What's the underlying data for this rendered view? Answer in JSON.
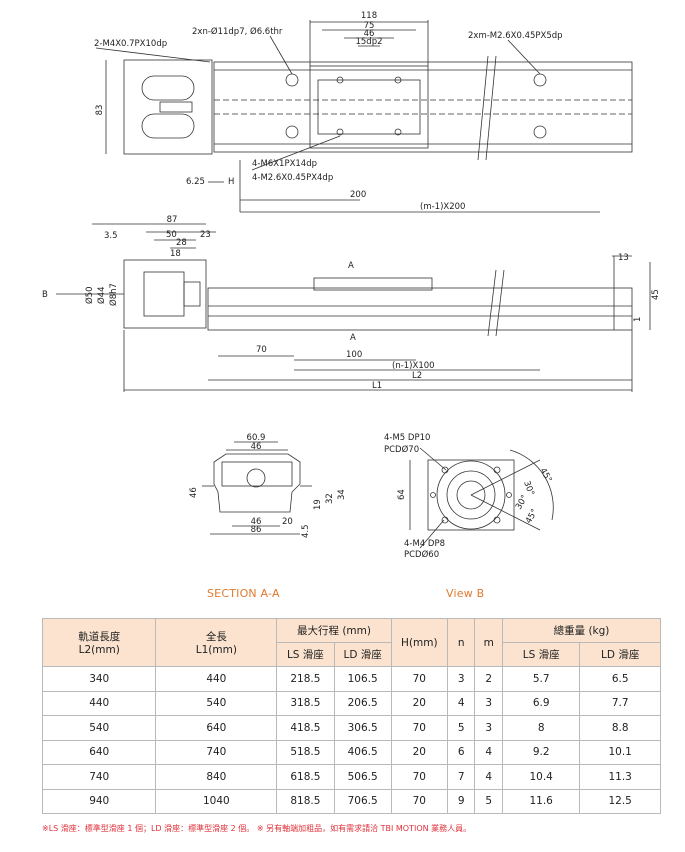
{
  "dims": {
    "d118": "118",
    "d75": "75",
    "d46": "46",
    "d15dp2": "15dp2",
    "holes": "2xn-Ø11dp7, Ø6.6thr",
    "m4": "2-M4X0.7PX10dp",
    "m26top": "2xm-M2.6X0.45PX5dp",
    "h83": "83",
    "m6": "4-M6X1PX14dp",
    "m26": "4-M2.6X0.45PX4dp",
    "d625": "6.25",
    "H": "H",
    "d200": "200",
    "m1x200": "(m-1)X200",
    "d87": "87",
    "d35": "3.5",
    "d50": "50",
    "d23": "23",
    "d28": "28",
    "d18": "18",
    "d13": "13",
    "d45": "45",
    "d1": "1",
    "A": "A",
    "B": "B",
    "d50h": "Ø50",
    "d44": "Ø44",
    "d8h7": "Ø8h7",
    "d70": "70",
    "d100": "100",
    "n1x100": "(n-1)X100",
    "L2": "L2",
    "L1": "L1",
    "s609": "60.9",
    "s46": "46",
    "s46h": "46",
    "s46b": "46",
    "s20": "20",
    "s86": "86",
    "s19": "19",
    "s32": "32",
    "s34": "34",
    "s45": "4.5",
    "m5": "4-M5 DP10",
    "pcd70": "PCDØ70",
    "m4b": "4-M4 DP8",
    "pcd60": "PCDØ60",
    "v64": "64",
    "a45a": "45°",
    "a30a": "30°",
    "a30b": "30°",
    "a45b": "45°"
  },
  "labels": {
    "section": "SECTION A-A",
    "view": "View B"
  },
  "table": {
    "h_rail": "軌道長度",
    "h_rail2": "L2(mm)",
    "h_total": "全長",
    "h_total2": "L1(mm)",
    "h_stroke": "最大行程 (mm)",
    "h_H": "H(mm)",
    "h_n": "n",
    "h_m": "m",
    "h_weight": "總重量 (kg)",
    "sub_ls": "LS 滑座",
    "sub_ld": "LD 滑座",
    "sub_ls2": "LS 滑座",
    "sub_ld2": "LD 滑座",
    "rows": [
      [
        "340",
        "440",
        "218.5",
        "106.5",
        "70",
        "3",
        "2",
        "5.7",
        "6.5"
      ],
      [
        "440",
        "540",
        "318.5",
        "206.5",
        "20",
        "4",
        "3",
        "6.9",
        "7.7"
      ],
      [
        "540",
        "640",
        "418.5",
        "306.5",
        "70",
        "5",
        "3",
        "8",
        "8.8"
      ],
      [
        "640",
        "740",
        "518.5",
        "406.5",
        "20",
        "6",
        "4",
        "9.2",
        "10.1"
      ],
      [
        "740",
        "840",
        "618.5",
        "506.5",
        "70",
        "7",
        "4",
        "10.4",
        "11.3"
      ],
      [
        "940",
        "1040",
        "818.5",
        "706.5",
        "70",
        "9",
        "5",
        "11.6",
        "12.5"
      ]
    ]
  },
  "note": "※LS 滑座：標準型滑座 1 個；LD 滑座：標準型滑座 2 個。 ※ 另有軸端加粗品，如有需求請洽 TBI MOTION 業務人員。",
  "colors": {
    "accent": "#e07a2e",
    "header_bg": "#fbe3cf",
    "note": "#e0313a"
  }
}
